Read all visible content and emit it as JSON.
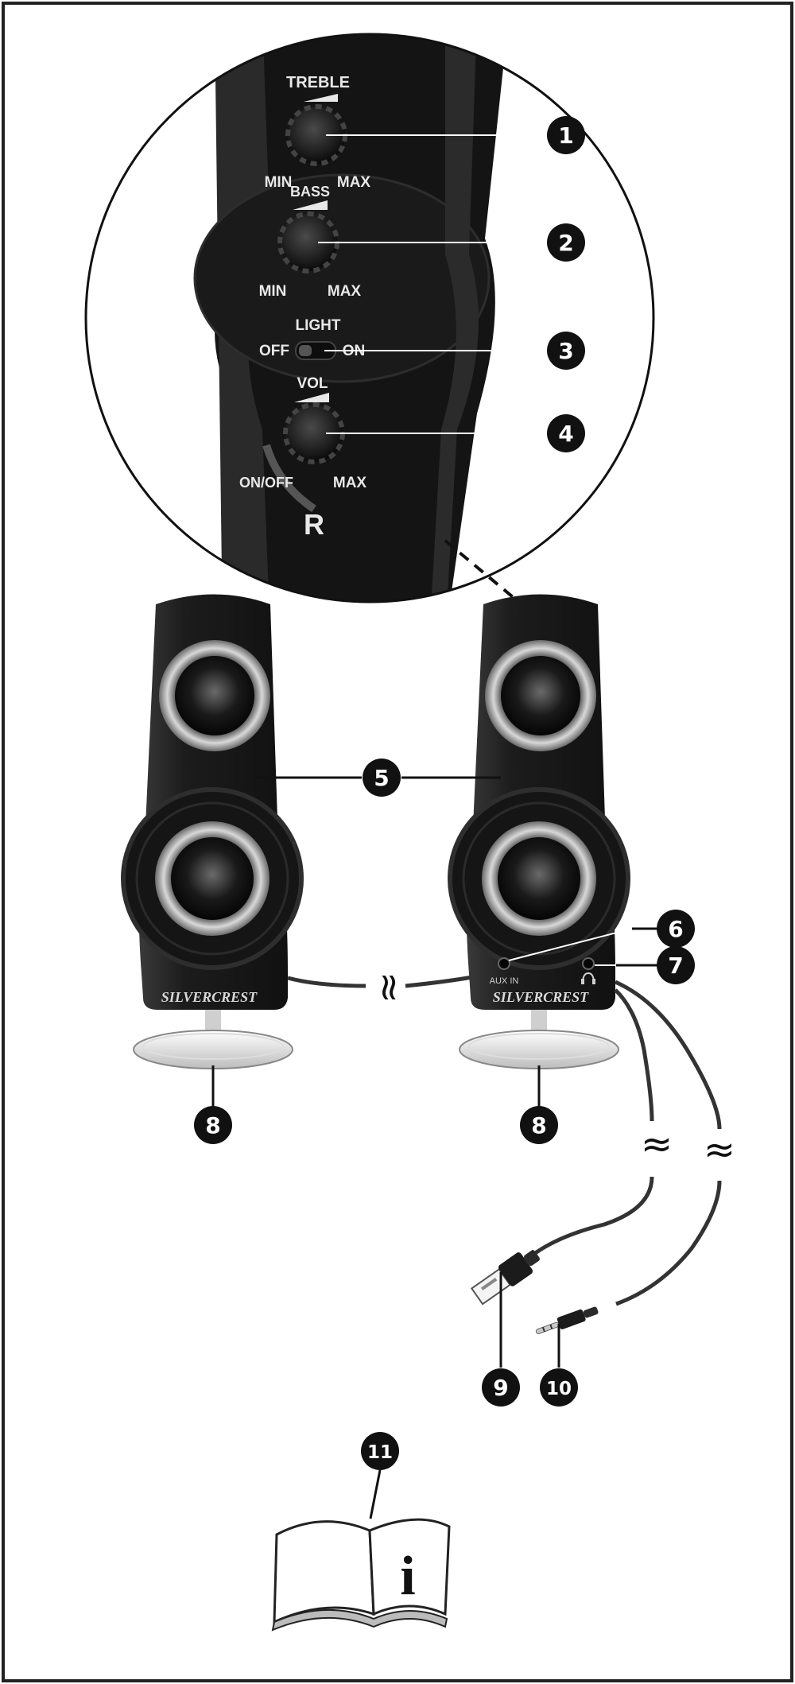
{
  "controls": {
    "treble": {
      "label": "TREBLE",
      "min": "MIN",
      "max": "MAX"
    },
    "bass": {
      "label": "BASS",
      "min": "MIN",
      "max": "MAX"
    },
    "light": {
      "label": "LIGHT",
      "off": "OFF",
      "on": "ON"
    },
    "volume": {
      "label": "VOL",
      "min": "ON/OFF",
      "max": "MAX"
    },
    "channel": "R"
  },
  "speaker": {
    "brand": "SILVERCREST",
    "aux_label": "AUX IN",
    "headphone_icon": "headphone-icon"
  },
  "cable_break_symbol": "≈",
  "callouts": [
    "1",
    "2",
    "3",
    "4",
    "5",
    "6",
    "7",
    "8",
    "8",
    "9",
    "10",
    "11"
  ],
  "manual_icon": "info-icon",
  "manual_glyph": "i",
  "colors": {
    "speaker_body": "#1c1c1c",
    "callout_fill": "#111111",
    "frame": "#222222",
    "stand_glass": "#e8e8e8"
  }
}
